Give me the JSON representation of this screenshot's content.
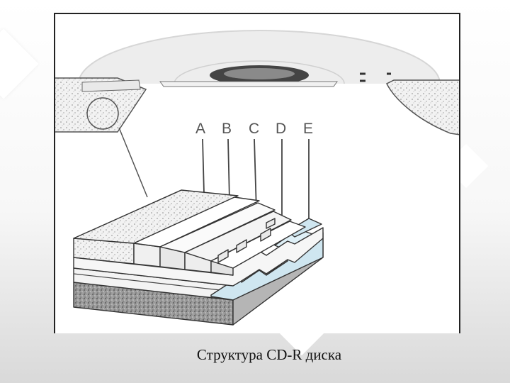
{
  "diagram": {
    "layer_labels": [
      "A",
      "B",
      "C",
      "D",
      "E"
    ],
    "colors": {
      "line": "#333333",
      "disc": "#eeeeee",
      "dye": "#cfe6f0",
      "substrate": "#8a8a8a",
      "background": "#ffffff"
    }
  },
  "caption": "Структура CD-R диска"
}
